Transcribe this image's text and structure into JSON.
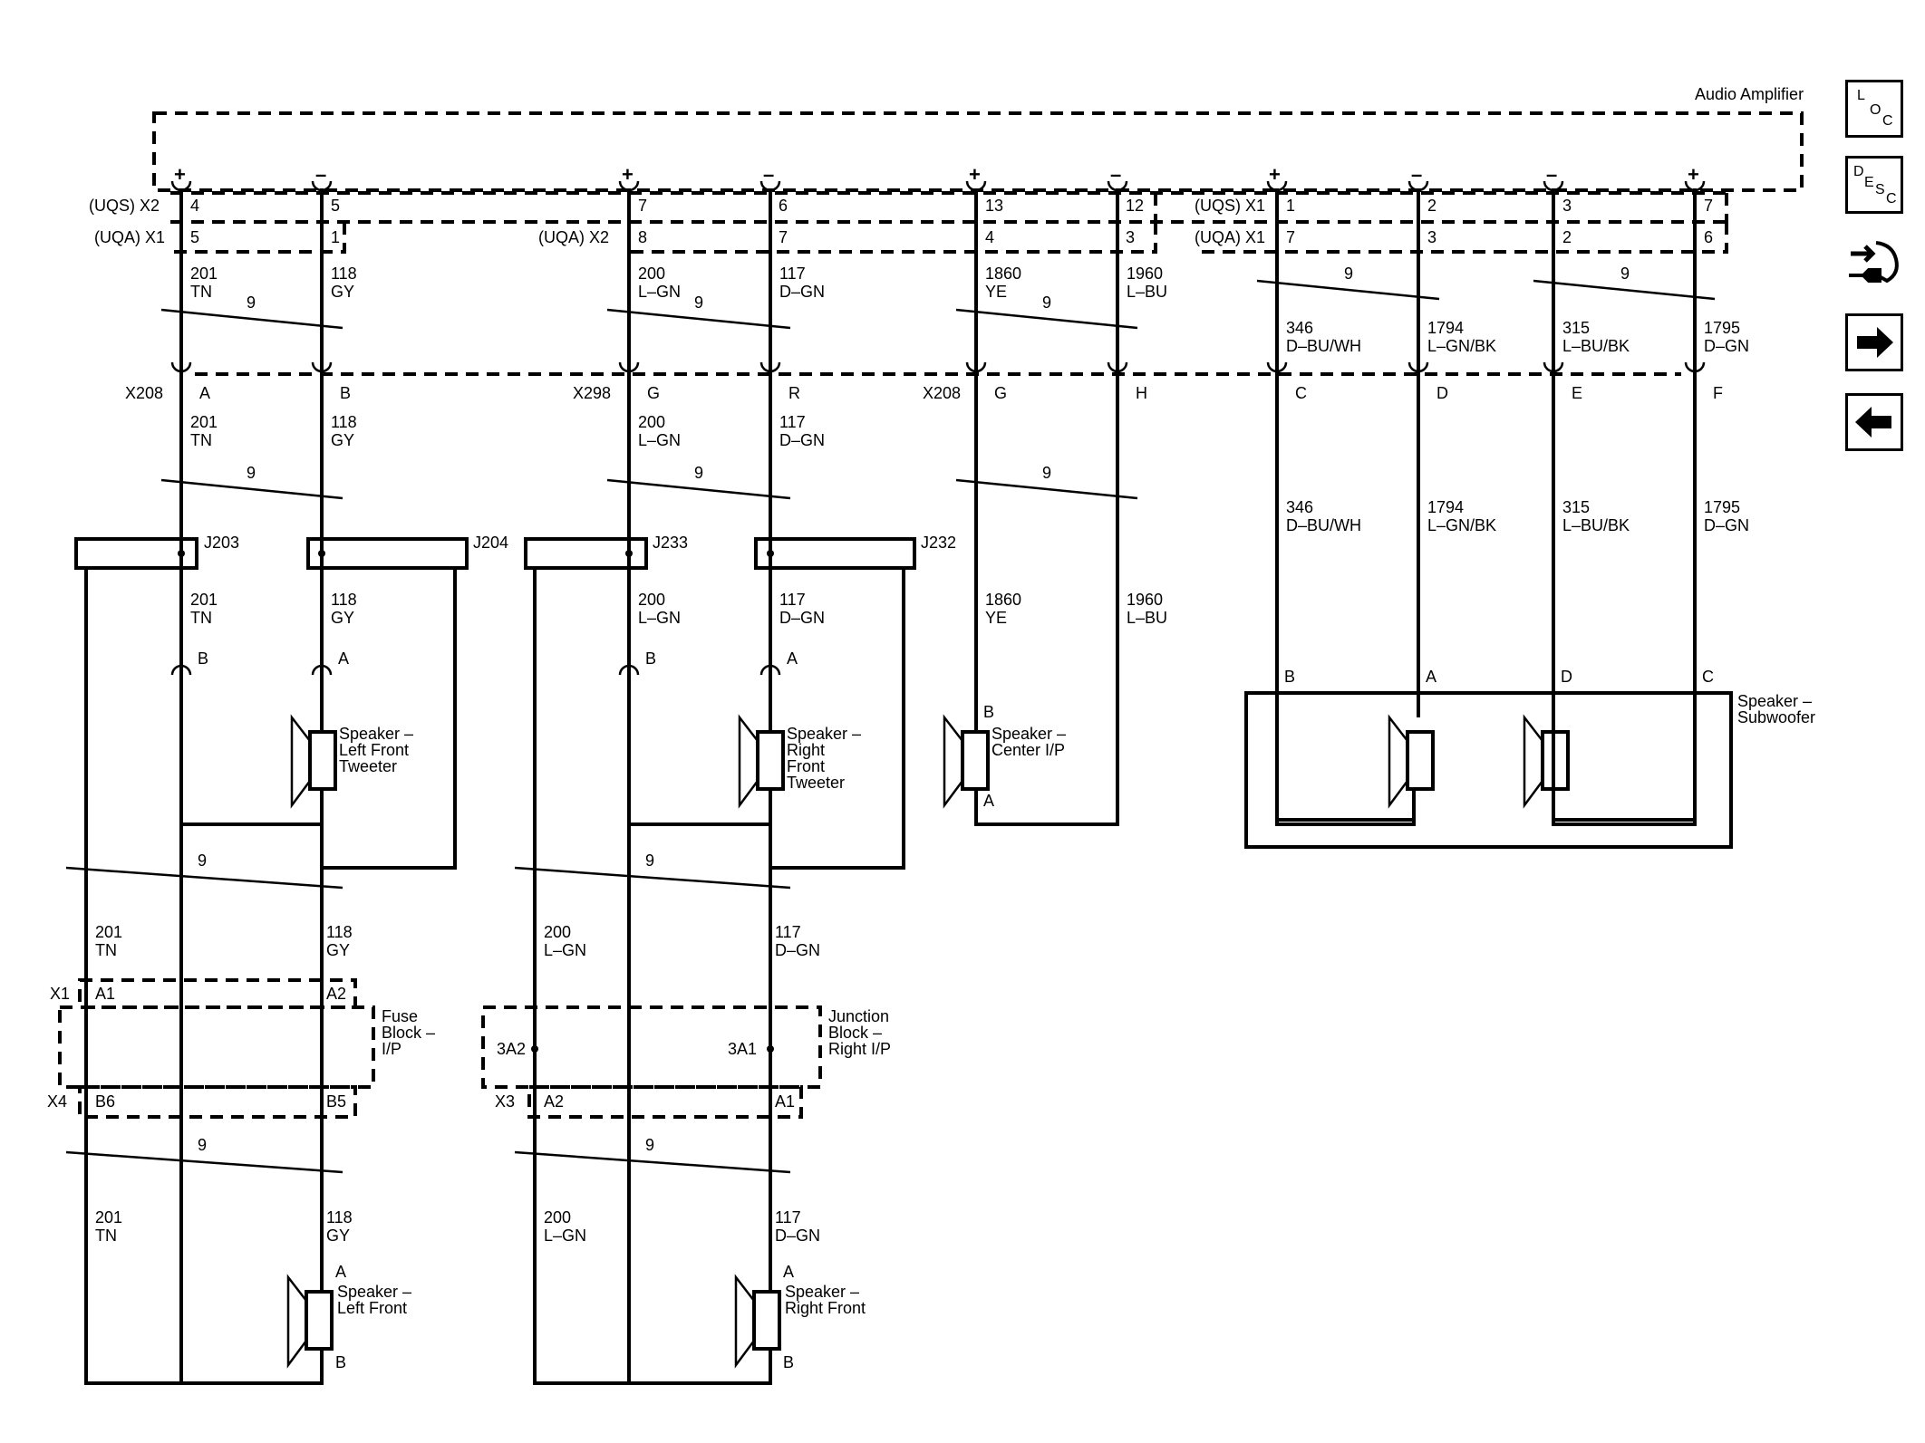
{
  "amplifier": {
    "label": "Audio Amplifier"
  },
  "connectors": {
    "uqs_x2": "(UQS) X2",
    "uqa_x1": "(UQA) X1",
    "uqa_x2": "(UQA) X2",
    "uqs_x1": "(UQS) X1",
    "uqa_x1b": "(UQA) X1",
    "x208": "X208",
    "x298": "X298",
    "x208b": "X208",
    "j203": "J203",
    "j204": "J204",
    "j233": "J233",
    "j232": "J232",
    "x1": "X1",
    "x4": "X4",
    "x3": "X3"
  },
  "polarity": {
    "plus": "+",
    "minus": "–"
  },
  "pins": {
    "uqs": [
      "4",
      "5",
      "7",
      "6",
      "13",
      "12",
      "1",
      "2",
      "3",
      "7"
    ],
    "uqa": [
      "5",
      "1",
      "8",
      "7",
      "4",
      "3",
      "7",
      "3",
      "2",
      "6"
    ],
    "inline": [
      "A",
      "B",
      "G",
      "R",
      "G",
      "H",
      "C",
      "D",
      "E",
      "F"
    ]
  },
  "wires": {
    "w201": [
      "201",
      "TN"
    ],
    "w118": [
      "118",
      "GY"
    ],
    "w200": [
      "200",
      "L–GN"
    ],
    "w117": [
      "117",
      "D–GN"
    ],
    "w1860": [
      "1860",
      "YE"
    ],
    "w1960": [
      "1960",
      "L–BU"
    ],
    "w346": [
      "346",
      "D–BU/WH"
    ],
    "w1794": [
      "1794",
      "L–GN/BK"
    ],
    "w315": [
      "315",
      "L–BU/BK"
    ],
    "w1795": [
      "1795",
      "D–GN"
    ]
  },
  "twist": "9",
  "speakers": {
    "lf_tweeter": [
      "Speaker –",
      "Left Front",
      "Tweeter"
    ],
    "rf_tweeter": [
      "Speaker –",
      "Right",
      "Front",
      "Tweeter"
    ],
    "center": [
      "Speaker –",
      "Center I/P"
    ],
    "subwoofer": [
      "Speaker –",
      "Subwoofer"
    ],
    "left_front": [
      "Speaker –",
      "Left Front"
    ],
    "right_front": [
      "Speaker –",
      "Right Front"
    ]
  },
  "blocks": {
    "fuse": [
      "Fuse",
      "Block –",
      "I/P"
    ],
    "junction": [
      "Junction",
      "Block –",
      "Right I/P"
    ]
  },
  "terms": {
    "A": "A",
    "B": "B",
    "C": "C",
    "D": "D",
    "A1": "A1",
    "A2": "A2",
    "B6": "B6",
    "B5": "B5",
    "3A2": "3A2",
    "3A1": "3A1"
  },
  "nav": {
    "loc": [
      "L",
      "O",
      "C"
    ],
    "desc": [
      "D",
      "E",
      "S",
      "C"
    ]
  }
}
